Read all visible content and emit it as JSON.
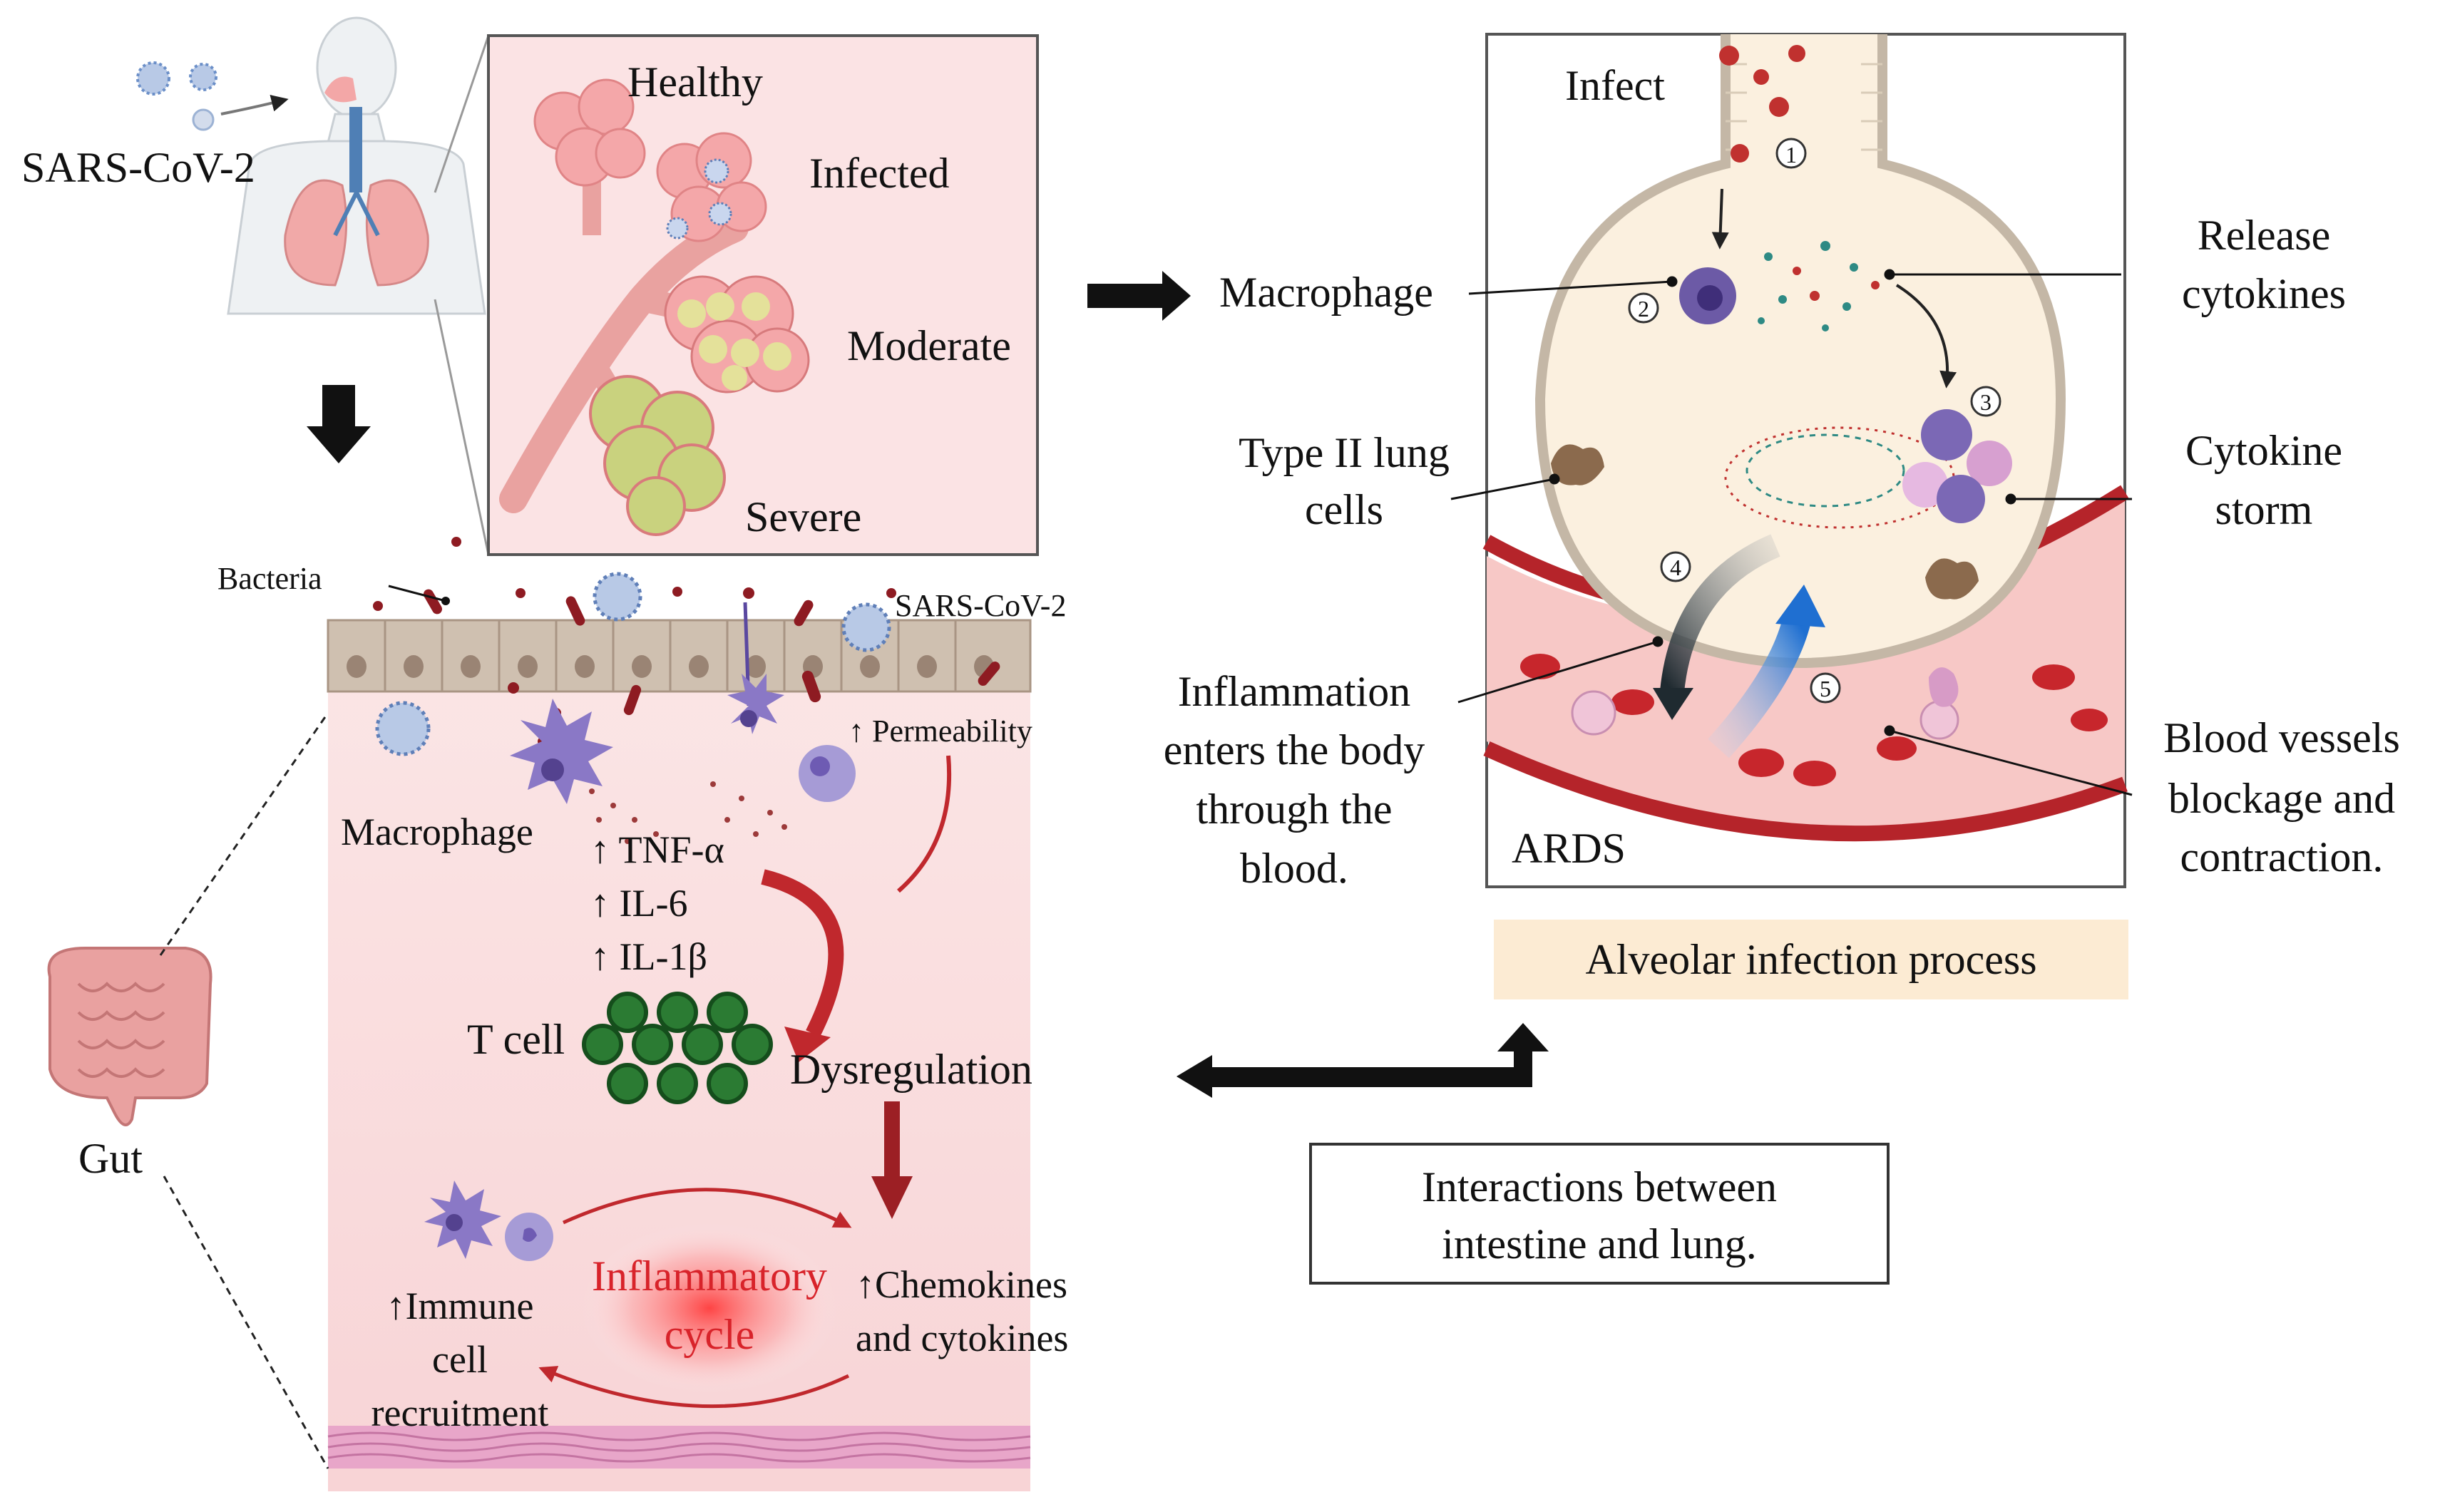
{
  "lung_panel": {
    "sars_label": "SARS-CoV-2",
    "stages": {
      "healthy": "Healthy",
      "infected": "Infected",
      "moderate": "Moderate",
      "severe": "Severe"
    }
  },
  "alveolar_panel": {
    "infect": "Infect",
    "macrophage": "Macrophage",
    "release_cytokines": [
      "Release",
      "cytokines"
    ],
    "type2": [
      "Type II lung",
      "cells"
    ],
    "cytokine_storm": [
      "Cytokine",
      "storm"
    ],
    "inflammation": [
      "Inflammation",
      "enters the body",
      "through the",
      "blood."
    ],
    "blood_vessels": [
      "Blood vessels",
      "blockage and",
      "contraction."
    ],
    "ards": "ARDS",
    "steps": [
      "1",
      "2",
      "3",
      "4",
      "5"
    ],
    "caption": "Alveolar infection process"
  },
  "gut_panel": {
    "bacteria": "Bacteria",
    "sars_label": "SARS-CoV-2",
    "permeability": "↑ Permeability",
    "macrophage": "Macrophage",
    "tnf": "↑ TNF-α",
    "il6": "↑ IL-6",
    "il1b": "↑ IL-1β",
    "tcell": "T cell",
    "dysregulation": "Dysregulation",
    "inflammatory_cycle": [
      "Inflammatory",
      "cycle"
    ],
    "immune": [
      "↑Immune",
      "cell",
      "recruitment"
    ],
    "chemokines": [
      "↑Chemokines",
      "and cytokines"
    ],
    "gut": "Gut"
  },
  "interactions_box": [
    "Interactions between",
    "intestine and lung."
  ],
  "colors": {
    "pink_bg": "#fbe3e4",
    "alveolus_fill": "#fbf0df",
    "vessel_red": "#c8262c",
    "caption_bg": "#fcebd3",
    "cycle_red": "#d8232a"
  }
}
